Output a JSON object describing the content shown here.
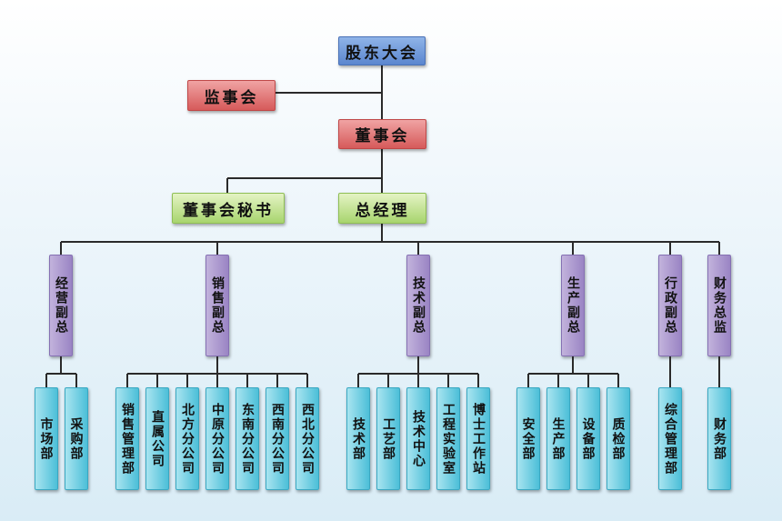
{
  "top": {
    "shareholders": "股东大会",
    "supervisory": "监事会",
    "board": "董事会",
    "board_secretary": "董事会秘书",
    "gm": "总经理"
  },
  "vps": [
    {
      "label": "经营副总",
      "departments": [
        "市场部",
        "采购部"
      ]
    },
    {
      "label": "销售副总",
      "departments": [
        "销售管理部",
        "直属公司",
        "北方分公司",
        "中原分公司",
        "东南分公司",
        "西南分公司",
        "西北分公司"
      ]
    },
    {
      "label": "技术副总",
      "departments": [
        "技术部",
        "工艺部",
        "技术中心",
        "工程实验室",
        "博士工作站"
      ]
    },
    {
      "label": "生产副总",
      "departments": [
        "安全部",
        "生产部",
        "设备部",
        "质检部"
      ]
    },
    {
      "label": "行政副总",
      "departments": [
        "综合管理部"
      ]
    },
    {
      "label": "财务总监",
      "departments": [
        "财务部"
      ]
    }
  ],
  "colors": {
    "shareholders": "#6f97dc",
    "supervisory": "#e07a7a",
    "board": "#e07a7a",
    "secretary": "#c6e49a",
    "gm": "#c6e49a",
    "vp": "#b09fd2",
    "department": "#7dd3e6",
    "line": "#2a2a2a"
  }
}
